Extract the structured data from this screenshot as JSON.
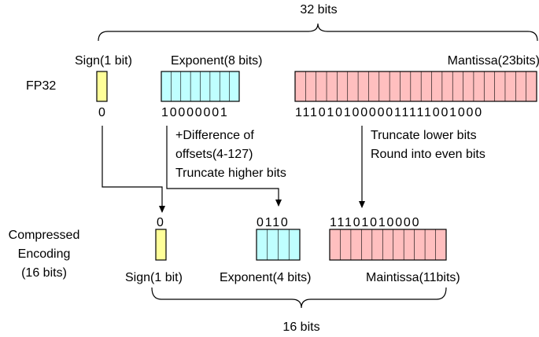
{
  "top_total": "32 bits",
  "bottom_total": "16 bits",
  "fp32_label": "FP32",
  "compressed_label": [
    "Compressed",
    "Encoding",
    "(16 bits)"
  ],
  "fp32": {
    "sign": {
      "label": "Sign(1 bit)",
      "bits": "0",
      "color": "#ffff99",
      "cells": 1
    },
    "exponent": {
      "label": "Exponent(8 bits)",
      "bits": "10000001",
      "color": "#bfffff",
      "cells": 8
    },
    "mantissa": {
      "label": "Mantissa(23bits)",
      "bits": "11101010000011111001000",
      "color": "#ffbfbf",
      "cells": 23
    }
  },
  "compressed": {
    "sign": {
      "label": "Sign(1 bit)",
      "bits": "0",
      "color": "#ffff99",
      "cells": 1
    },
    "exponent": {
      "label": "Exponent(4 bits)",
      "bits": "0110",
      "color": "#bfffff",
      "cells": 4
    },
    "mantissa": {
      "label": "Maintissa(11bits)",
      "bits": "11101010000",
      "color": "#ffbfbf",
      "cells": 11
    }
  },
  "notes": {
    "exponent": [
      "+Difference of",
      "offsets(4-127)",
      "Truncate higher bits"
    ],
    "mantissa": [
      "Truncate lower bits",
      "Round into even bits"
    ]
  }
}
